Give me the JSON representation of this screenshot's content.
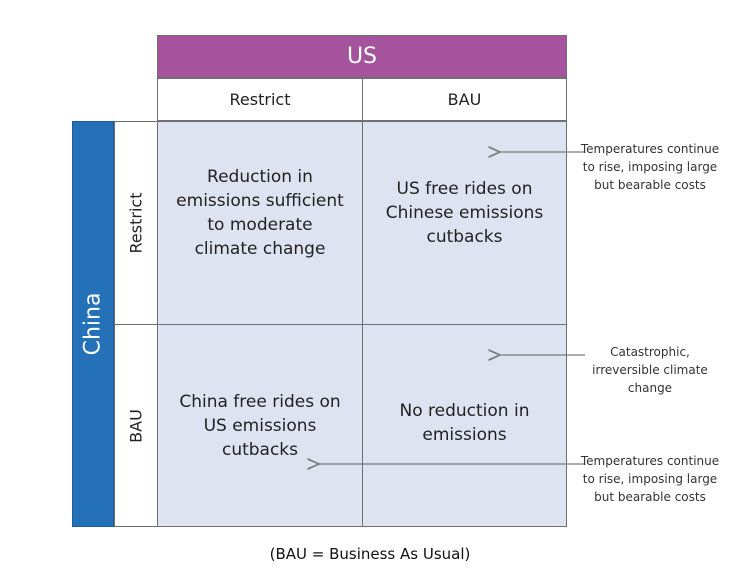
{
  "header": {
    "player_us": "US",
    "player_china": "China"
  },
  "columns": [
    "Restrict",
    "BAU"
  ],
  "rows": [
    "Restrict",
    "BAU"
  ],
  "cells": {
    "restrict_restrict": "Reduction in emissions sufficient to moderate climate change",
    "restrict_bau": "US free rides on Chinese emissions cutbacks",
    "bau_restrict": "China free rides on US emissions cutbacks",
    "bau_bau": "No reduction in emissions"
  },
  "notes": {
    "top": "Temperatures continue to rise, imposing large but bearable costs",
    "middle": "Catastrophic, irreversible climate change",
    "bottom": "Temperatures continue to rise, imposing large but bearable costs"
  },
  "footnote": "(BAU = Business As Usual)",
  "colors": {
    "us_header": "#a5539c",
    "china_bar": "#2571b8",
    "cell_fill": "#dde3f1",
    "arrow": "#7a7a7a"
  }
}
